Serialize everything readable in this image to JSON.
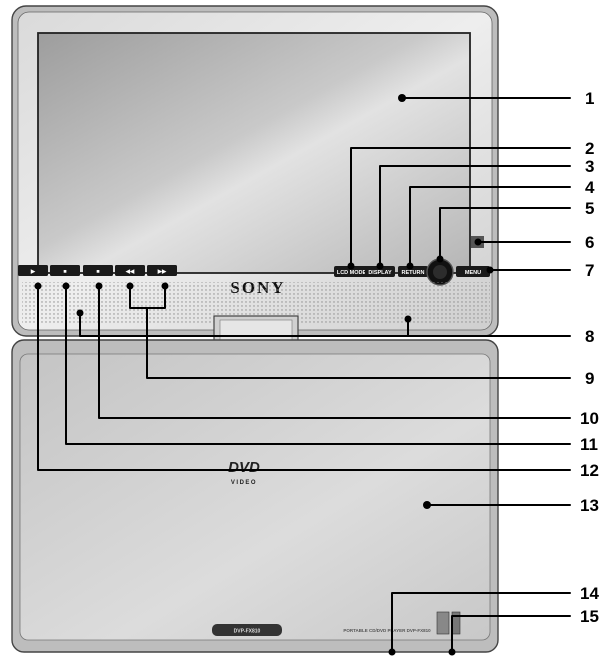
{
  "brand": "SONY",
  "buttons": {
    "lcd_mode": "LCD MODE",
    "display": "DISPLAY",
    "return": "RETURN",
    "menu": "MENU"
  },
  "transport_glyphs": {
    "play": "▶",
    "pause": "■",
    "stop": "■",
    "prev": "◀◀",
    "next": "▶▶"
  },
  "dvd_logo": {
    "main": "DVD",
    "sub": "VIDEO"
  },
  "small_print": "PORTABLE CD/DVD PLAYER DVP-FX810",
  "badge_text": "DVP-FX810",
  "callouts": [
    {
      "num": "1"
    },
    {
      "num": "2"
    },
    {
      "num": "3"
    },
    {
      "num": "4"
    },
    {
      "num": "5"
    },
    {
      "num": "6"
    },
    {
      "num": "7"
    },
    {
      "num": "8"
    },
    {
      "num": "9"
    },
    {
      "num": "10"
    },
    {
      "num": "11"
    },
    {
      "num": "12"
    },
    {
      "num": "13"
    },
    {
      "num": "14"
    },
    {
      "num": "15"
    }
  ],
  "colors": {
    "body": "#d4d4d4",
    "screen": "#b8b8b8",
    "button": "#1a1a1a",
    "line": "#000000"
  }
}
